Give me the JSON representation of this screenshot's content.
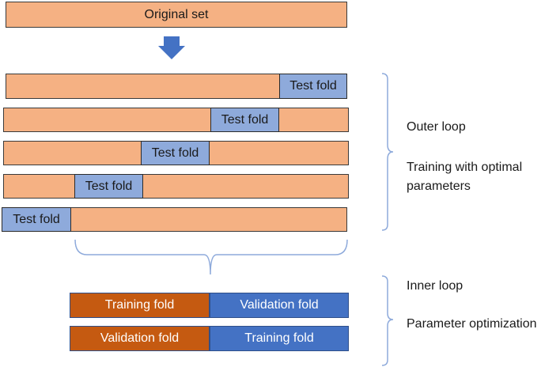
{
  "original_set": {
    "label": "Original set"
  },
  "outer_rows": [
    {
      "bar": "bar",
      "fold_label": "Test fold"
    },
    {
      "bar": "bar",
      "fold_label": "Test fold"
    },
    {
      "bar": "bar",
      "fold_label": "Test fold"
    },
    {
      "bar": "bar",
      "fold_label": "Test fold"
    },
    {
      "bar": "bar",
      "fold_label": "Test fold"
    }
  ],
  "outer_loop": {
    "title": "Outer loop",
    "description_line1": "Training with optimal",
    "description_line2": "parameters"
  },
  "inner_rows": [
    {
      "left": "Training fold",
      "right": "Validation fold"
    },
    {
      "left": "Validation fold",
      "right": "Training fold"
    }
  ],
  "inner_loop": {
    "title": "Inner loop",
    "description": "Parameter optimization"
  },
  "colors": {
    "bar": "#f5b183",
    "test_fold": "#8eaadb",
    "inner_orange": "#c55a11",
    "inner_blue": "#4472c4",
    "arrow": "#4472c4",
    "brace": "#8eaadb"
  }
}
